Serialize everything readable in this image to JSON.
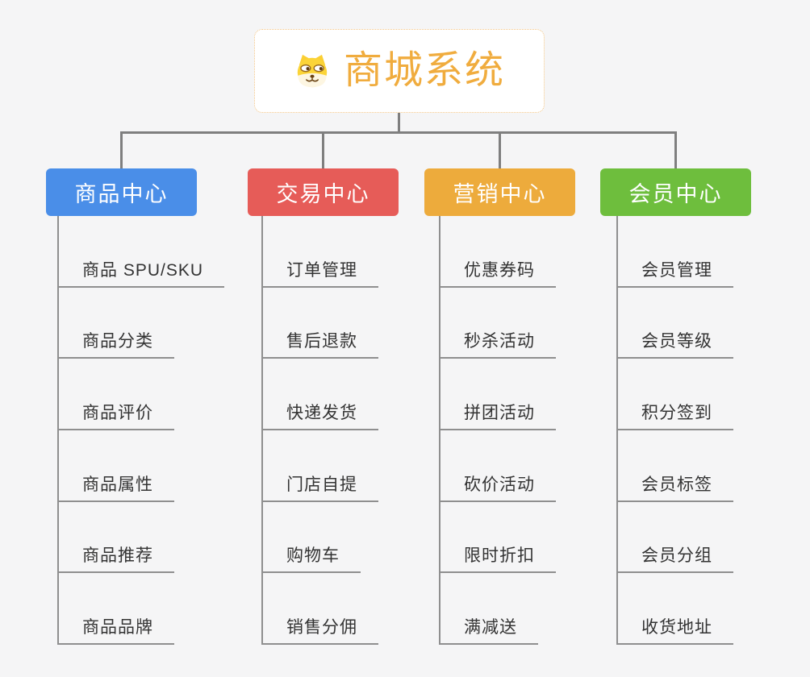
{
  "root": {
    "title": "商城系统",
    "icon": "dog-face-icon",
    "title_color": "#f0ac3e",
    "border_color": "#f3c585"
  },
  "connector_color": "#7f7f7f",
  "branches": [
    {
      "label": "商品中心",
      "color": "#4a8ee8",
      "children": [
        "商品 SPU/SKU",
        "商品分类",
        "商品评价",
        "商品属性",
        "商品推荐",
        "商品品牌"
      ]
    },
    {
      "label": "交易中心",
      "color": "#e65c58",
      "children": [
        "订单管理",
        "售后退款",
        "快递发货",
        "门店自提",
        "购物车",
        "销售分佣"
      ]
    },
    {
      "label": "营销中心",
      "color": "#edab3c",
      "children": [
        "优惠券码",
        "秒杀活动",
        "拼团活动",
        "砍价活动",
        "限时折扣",
        "满减送"
      ]
    },
    {
      "label": "会员中心",
      "color": "#6ebe3d",
      "children": [
        "会员管理",
        "会员等级",
        "积分签到",
        "会员标签",
        "会员分组",
        "收货地址"
      ]
    }
  ]
}
